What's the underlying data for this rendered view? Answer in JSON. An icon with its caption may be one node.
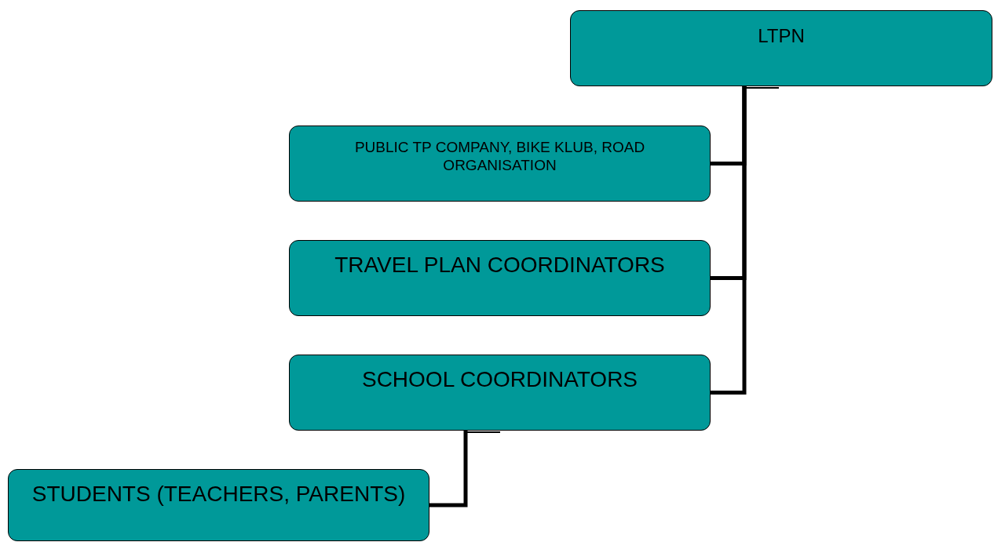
{
  "diagram": {
    "nodes": [
      {
        "text": [
          "LTPN"
        ]
      },
      {
        "text": [
          "PUBLIC TP COMPANY, BIKE KLUB, ROAD ORGANISATION"
        ]
      },
      {
        "text": [
          "TRAVEL PLAN COORDINATORS"
        ]
      },
      {
        "text": [
          "SCHOOL COORDINATORS"
        ]
      },
      {
        "text": [
          "STUDENTS (TEACHERS, PARENTS)"
        ]
      }
    ],
    "edges": [
      {
        "from": 0,
        "to": 1,
        "arrow": "none"
      },
      {
        "from": 0,
        "to": 2,
        "arrow": "none"
      },
      {
        "from": 0,
        "to": 3,
        "arrow": "none"
      },
      {
        "from": 3,
        "to": 4,
        "arrow": "none"
      }
    ]
  }
}
